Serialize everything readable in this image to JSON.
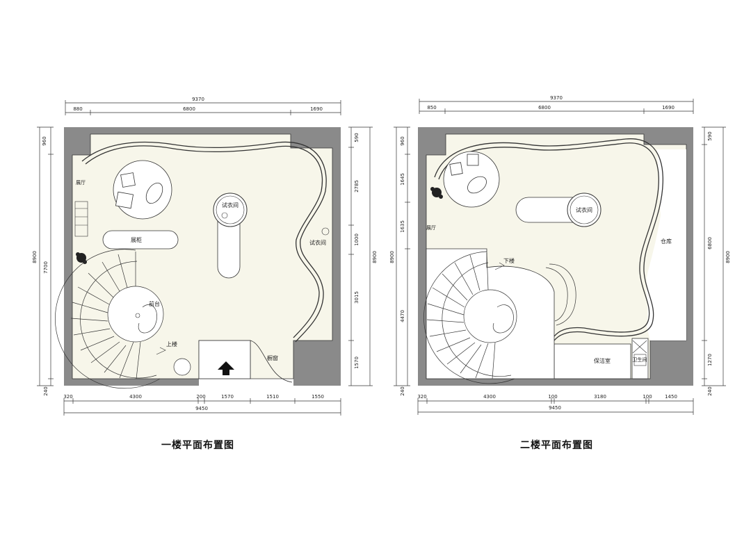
{
  "plans": [
    {
      "title": "一楼平面布置图",
      "dims_top": {
        "total": "9370",
        "segments": [
          "880",
          "6800",
          "1690"
        ]
      },
      "dims_bottom": {
        "total": "9450",
        "segments": [
          "320",
          "4300",
          "200",
          "1570",
          "1510",
          "1550"
        ]
      },
      "dims_left": {
        "total": "8900",
        "sub_total": "7700",
        "segments": [
          "960"
        ],
        "bottom": "240"
      },
      "dims_right": {
        "total": "8900",
        "segments": [
          "590",
          "2785",
          "1000",
          "3015",
          "1570"
        ]
      },
      "rooms": {
        "fitting_room_center": "试衣间",
        "fitting_room_right": "试衣间",
        "display_cabinet": "展柜",
        "counter": "前台",
        "upstairs": "上楼",
        "window": "橱窗",
        "small_label": "展厅"
      }
    },
    {
      "title": "二楼平面布置图",
      "dims_top": {
        "total": "9370",
        "segments": [
          "850",
          "6800",
          "1690"
        ]
      },
      "dims_bottom": {
        "total": "9450",
        "segments": [
          "320",
          "4300",
          "100",
          "3180",
          "100",
          "1450"
        ]
      },
      "dims_left": {
        "total": "8900",
        "segments": [
          "960",
          "1645",
          "1635",
          "4470"
        ],
        "bottom": "240"
      },
      "dims_right": {
        "total": "8900",
        "sub_total": "6800",
        "segments": [
          "590",
          "1270"
        ],
        "bottom": "240"
      },
      "rooms": {
        "fitting_room_center": "试衣间",
        "warehouse": "仓库",
        "downstairs": "下楼",
        "cleaning_room": "保洁室",
        "small_label": "展厅",
        "small_label_2": "卫生间"
      }
    }
  ],
  "colors": {
    "wall": "#8a8a8a",
    "floor": "#f7f6ea",
    "line": "#333333"
  }
}
